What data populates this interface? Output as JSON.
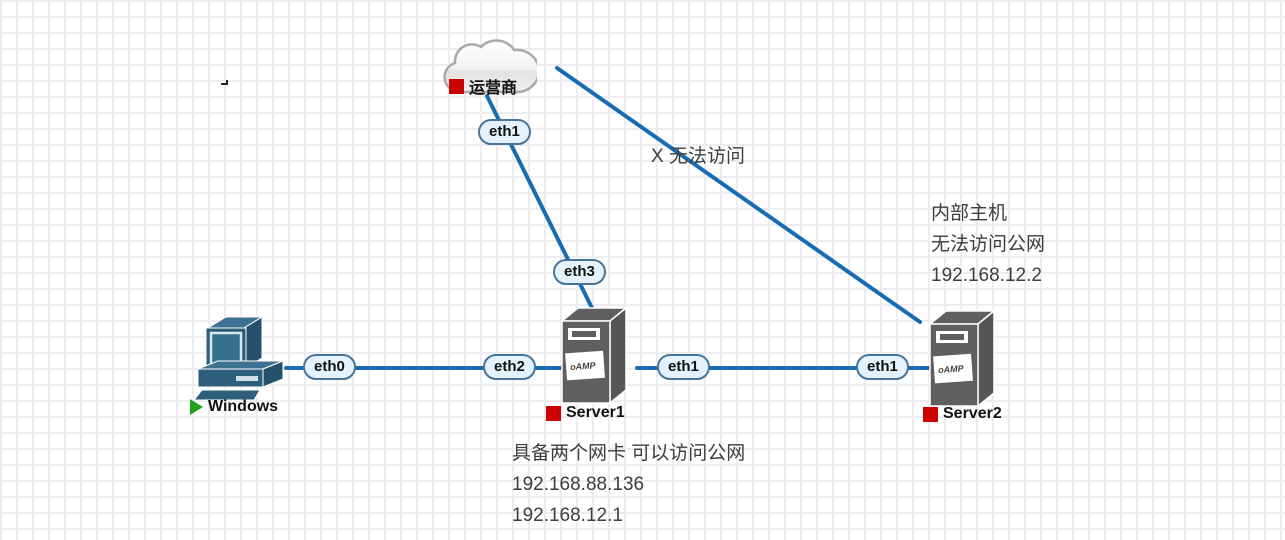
{
  "nodes": {
    "cloud": {
      "label": "运营商"
    },
    "windows": {
      "label": "Windows"
    },
    "server1": {
      "label": "Server1"
    },
    "server2": {
      "label": "Server2"
    }
  },
  "interfaces": {
    "cloud_eth1": "eth1",
    "server1_eth3": "eth3",
    "windows_eth0": "eth0",
    "server1_eth2": "eth2",
    "server1_eth1": "eth1",
    "server2_eth1": "eth1"
  },
  "annotations": {
    "blocked_link": "X 无法访问",
    "server2_note": {
      "line1": "内部主机",
      "line2": "无法访问公网",
      "line3": "192.168.12.2"
    },
    "server1_note": {
      "line1": "具备两个网卡 可以访问公网",
      "line2": "192.168.88.136",
      "line3": "192.168.12.1"
    }
  },
  "server_logo": "oAMP",
  "colors": {
    "link_blue": "#1a6cb2",
    "pill_fill": "#e3f2fc",
    "pill_border": "#47759a",
    "status_red": "#cc0000",
    "status_green": "#1ea21e",
    "server_gray": "#5f5f5f",
    "computer_teal": "#2d5f7d"
  }
}
